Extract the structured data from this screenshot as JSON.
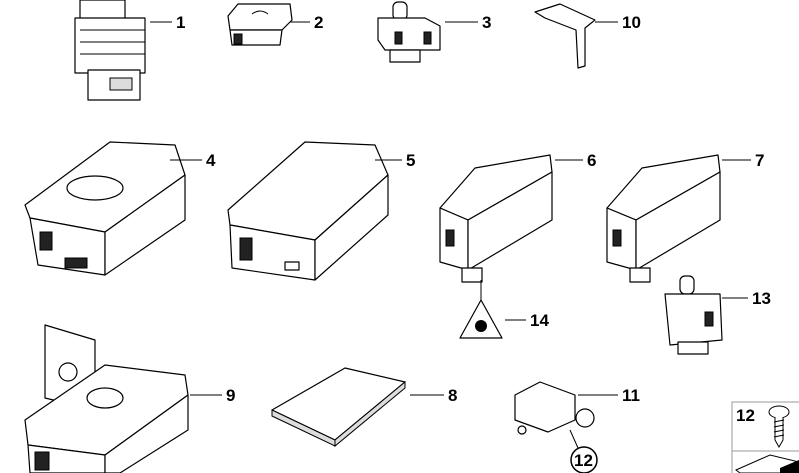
{
  "title": "Switches parts diagram",
  "callouts": [
    {
      "id": "1",
      "label": "1"
    },
    {
      "id": "2",
      "label": "2"
    },
    {
      "id": "3",
      "label": "3"
    },
    {
      "id": "10",
      "label": "10"
    },
    {
      "id": "4",
      "label": "4"
    },
    {
      "id": "5",
      "label": "5"
    },
    {
      "id": "6",
      "label": "6"
    },
    {
      "id": "7",
      "label": "7"
    },
    {
      "id": "13",
      "label": "13"
    },
    {
      "id": "14",
      "label": "14"
    },
    {
      "id": "9",
      "label": "9"
    },
    {
      "id": "8",
      "label": "8"
    },
    {
      "id": "11",
      "label": "11"
    },
    {
      "id": "12c",
      "label": "12"
    },
    {
      "id": "12b",
      "label": "12"
    }
  ]
}
